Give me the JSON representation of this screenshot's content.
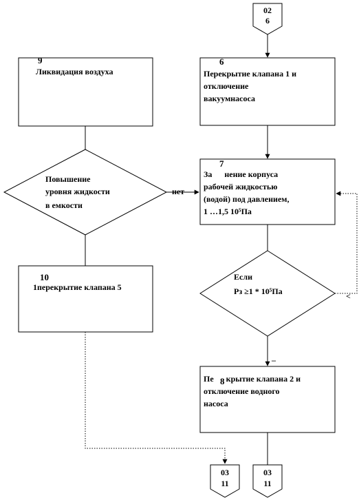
{
  "connectors": {
    "top": {
      "line1": "02",
      "line2": "6"
    },
    "bottom_left": {
      "line1": "03",
      "line2": "11"
    },
    "bottom_right": {
      "line1": "03",
      "line2": "11"
    }
  },
  "blocks": {
    "b9": {
      "number": "9",
      "text": "Ликвидация воздуха"
    },
    "b6": {
      "number": "6",
      "lines": [
        "Перекрытие клапана 1 и",
        "отключение",
        "вакуумнасоса"
      ]
    },
    "b7": {
      "number": "7",
      "lines": [
        "За      нение корпуса",
        "рабочей жидкостью",
        "(водой) под давлением,",
        "1 …1,5 10⁵Па"
      ]
    },
    "b10": {
      "number": "10",
      "text": "1перекрытие клапана 5"
    },
    "b8": {
      "number": "8",
      "lines": [
        "Пе      крытие клапана 2 и",
        "отключение водного",
        "насоса"
      ]
    }
  },
  "decisions": {
    "d_left": {
      "lines": [
        "Повышение",
        "уровня жидкости",
        "в емкости"
      ],
      "no_label": "нет"
    },
    "d_right": {
      "lines": [
        "Если",
        "Рз ≥1 * 10⁵Па"
      ],
      "side_mark": "<"
    }
  },
  "marks": {
    "dash": "_"
  }
}
